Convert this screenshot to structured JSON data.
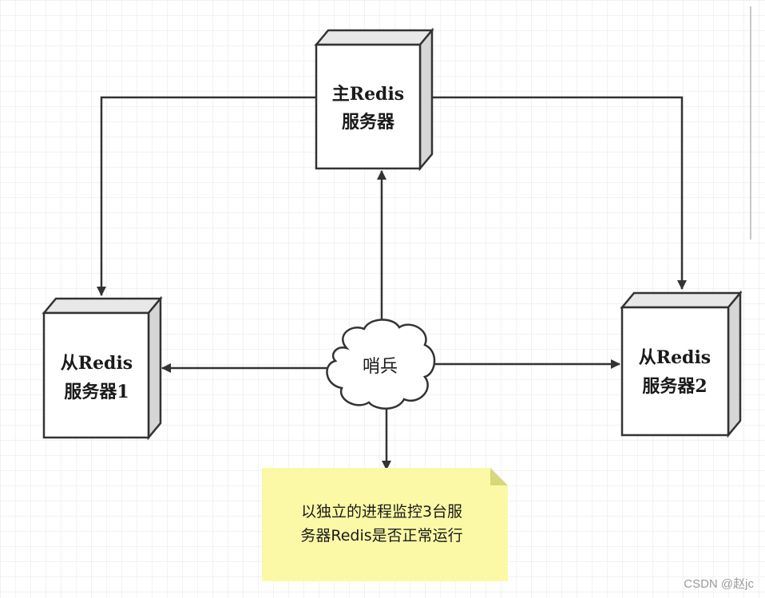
{
  "nodes": {
    "master": {
      "line1": "主Redis",
      "line2": "服务器"
    },
    "slave1": {
      "line1": "从Redis",
      "line2": "服务器1"
    },
    "slave2": {
      "line1": "从Redis",
      "line2": "服务器2"
    }
  },
  "sentinel": {
    "label": "哨兵"
  },
  "note": {
    "line1": "以独立的进程监控3台服",
    "line2": "务器Redis是否正常运行"
  },
  "watermark": "CSDN @赵jc",
  "colors": {
    "grid": "#e6e6e6",
    "stroke": "#333333",
    "box_face": "#ffffff",
    "box_side": "#d6d6d6",
    "note_fill": "#fbf9a6",
    "note_fold": "#d9d77c"
  }
}
